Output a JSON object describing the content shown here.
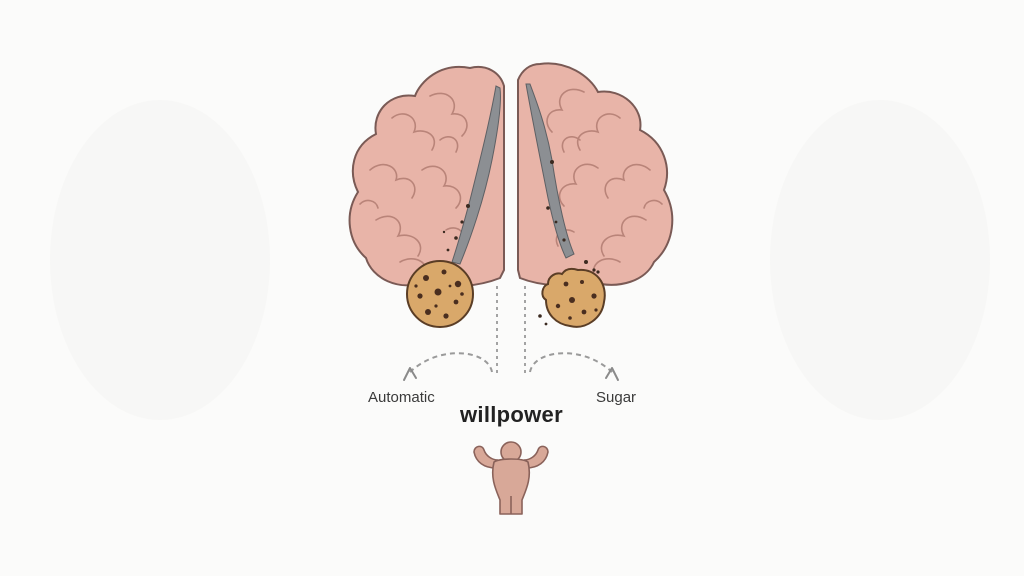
{
  "labels": {
    "left": "Automatic",
    "right": "Sugar",
    "center": "willpower"
  },
  "icons": {
    "left_hemisphere": "brain-left-hemisphere-icon",
    "right_hemisphere": "brain-right-hemisphere-icon",
    "left_cookie": "cookie-icon",
    "right_cookie": "bitten-cookie-icon",
    "figure": "flexing-strongman-icon"
  },
  "colors": {
    "background": "#fbfbfa",
    "brain": "#e8b4a8",
    "brain_outline": "#7a5a55",
    "fissure": "#8c8f93",
    "cookie": "#d9a86a",
    "chip": "#4a2e1f",
    "figure": "#d8a898",
    "arrow": "#9a9a9a"
  }
}
